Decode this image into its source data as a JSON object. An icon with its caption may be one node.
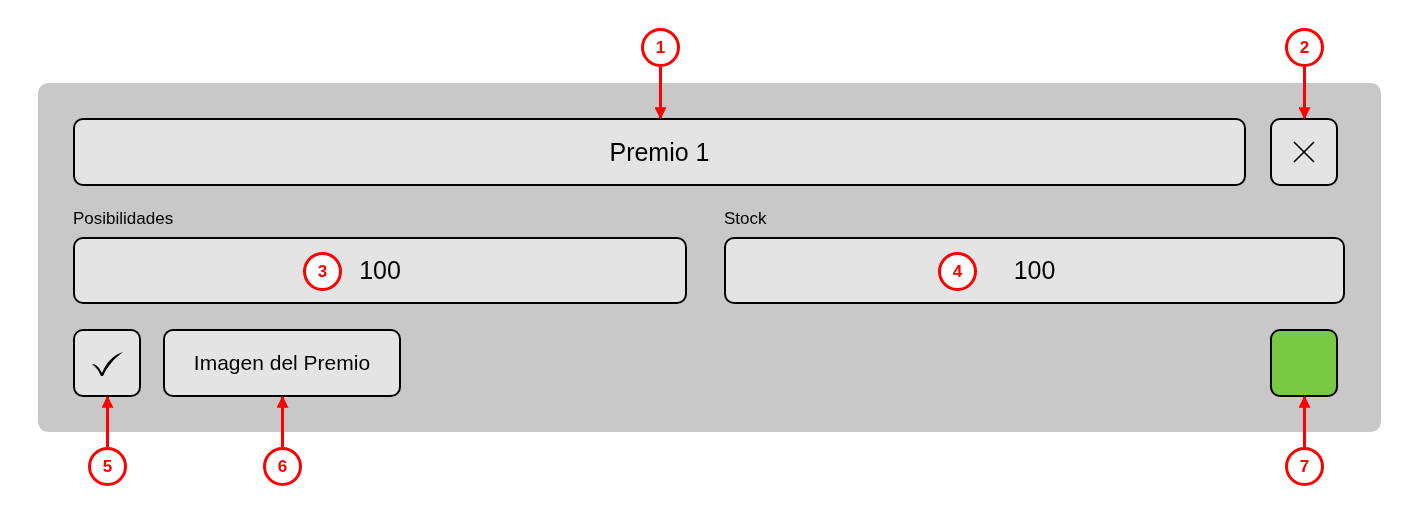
{
  "diagram": {
    "nodes": [
      {
        "text": [
          "1"
        ]
      },
      {
        "text": [
          "2"
        ]
      },
      {
        "text": [],
        "shape": "box"
      },
      {
        "text": [
          "Premio 1"
        ],
        "in": 2
      },
      {
        "text": [],
        "shape": "box",
        "in": 2
      },
      {
        "text": [
          "Posibilidades",
          "100"
        ],
        "in": 2
      },
      {
        "text": [
          "3"
        ],
        "in": 5
      },
      {
        "text": [
          "Stock",
          "100"
        ],
        "in": 2
      },
      {
        "text": [
          "4"
        ],
        "in": 7
      },
      {
        "text": [],
        "shape": "box",
        "in": 2
      },
      {
        "text": [
          "Imagen del Premio"
        ],
        "in": 2
      },
      {
        "text": [],
        "shape": "box",
        "in": 2
      },
      {
        "text": [
          "5"
        ]
      },
      {
        "text": [
          "6"
        ]
      },
      {
        "text": [
          "7"
        ]
      }
    ],
    "edges": [
      {
        "from": 0,
        "to": 3,
        "arrow": "to"
      },
      {
        "from": 1,
        "to": 4,
        "arrow": "to"
      },
      {
        "from": 12,
        "to": 9,
        "arrow": "to"
      },
      {
        "from": 13,
        "to": 10,
        "arrow": "to"
      },
      {
        "from": 14,
        "to": 11,
        "arrow": "to"
      }
    ]
  }
}
